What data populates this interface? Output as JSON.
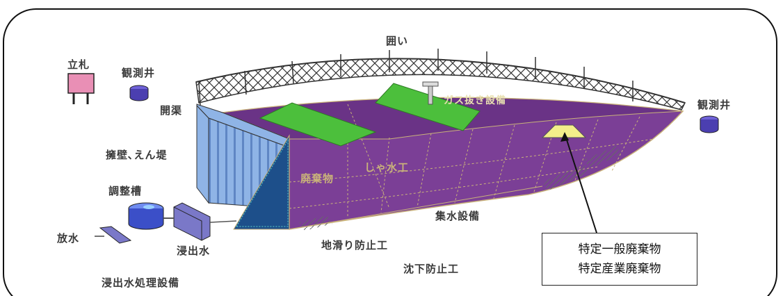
{
  "labels": {
    "fence": "囲い",
    "signboard": "立札",
    "monitoring_well_left": "観測井",
    "monitoring_well_right": "観測井",
    "open_area": "開渠",
    "retaining_wall": "擁壁､えん堤",
    "gas_vent": "ガス抜き設備",
    "waste": "廃棄物",
    "liner": "しゃ水工",
    "adjustment_tank": "調整槽",
    "discharge": "放水",
    "leachate": "浸出水",
    "leachate_treatment": "浸出水処理設備",
    "collection": "集水設備",
    "landslide_prevention": "地滑り防止工",
    "subsidence_prevention": "沈下防止工"
  },
  "callout": {
    "line1": "特定一般廃棄物",
    "line2": "特定産業廃棄物"
  },
  "colors": {
    "purple": "#7b3f96",
    "purple_dark": "#5b2a72",
    "green": "#4cbf3c",
    "blue_wall": "#8fb4e6",
    "pink_sign": "#e98fb5",
    "yellow_marker": "#f3ee8a",
    "well_blue": "#4b3fb0"
  }
}
